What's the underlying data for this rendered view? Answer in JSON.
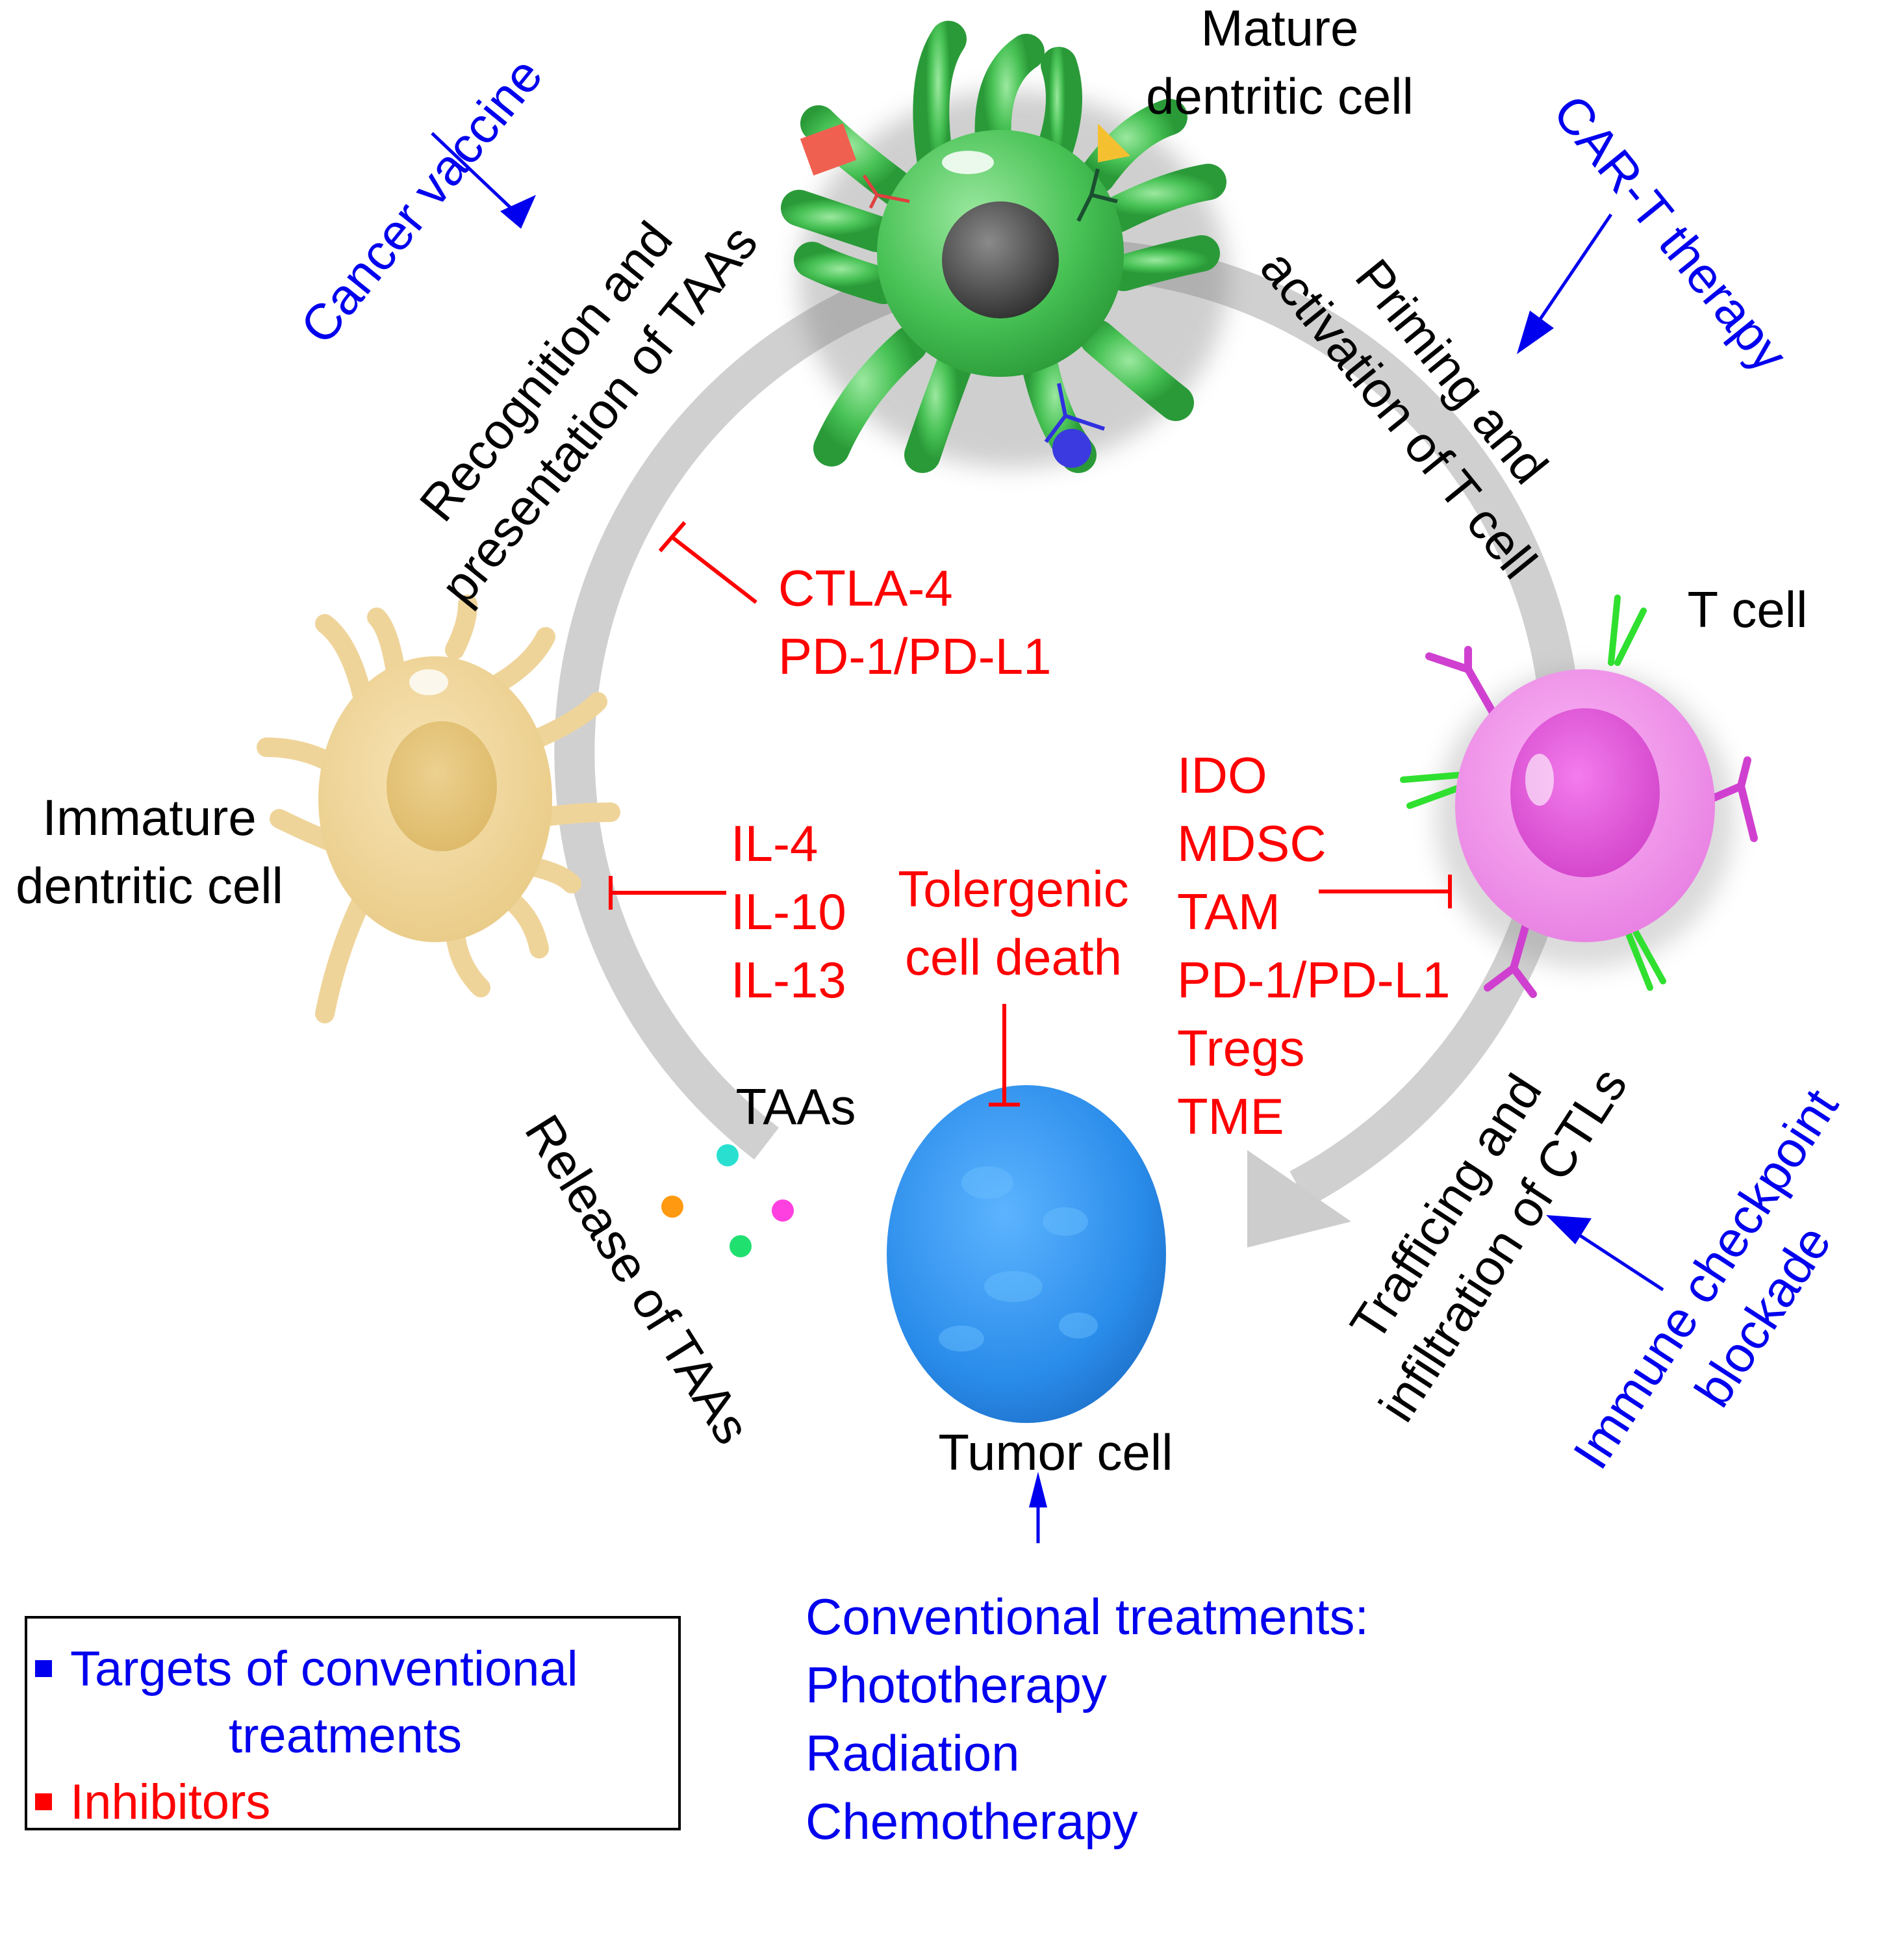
{
  "figure": {
    "cells": {
      "mature_dc": {
        "label_line1": "Mature",
        "label_line2": "dentritic cell",
        "color": "#4cc85a"
      },
      "immature_dc": {
        "label_line1": "Immature",
        "label_line2": "dentritic cell",
        "color": "#f0d59a"
      },
      "t_cell": {
        "label": "T cell",
        "color": "#ee7ce8"
      },
      "tumor_cell": {
        "label": "Tumor cell",
        "color": "#2f8fe8"
      }
    },
    "cycle_steps": {
      "recognition": {
        "line1": "Recognition and",
        "line2": "presentation of TAAs"
      },
      "priming": {
        "line1": "Priming and",
        "line2": "activation of T cell"
      },
      "trafficking": {
        "line1": "Trafficing and",
        "line2": "infiltration of CTLs"
      },
      "release": {
        "line1": "Release of TAAs"
      }
    },
    "taas_label": "TAAs",
    "taa_particle_colors": [
      "#29e0d0",
      "#ff9a10",
      "#ff40e0",
      "#20e070"
    ],
    "treatments": {
      "cancer_vaccine": "Cancer vaccine",
      "car_t": "CAR-T therapy",
      "checkpoint": {
        "line1": "Immune checkpoint",
        "line2": "blockade"
      },
      "conventional": {
        "title": "Conventional treatments:",
        "items": [
          "Phototherapy",
          "Radiation",
          "Chemotherapy"
        ]
      }
    },
    "inhibitors": {
      "dc_maturation": [
        "CTLA-4",
        "PD-1/PD-L1"
      ],
      "cytokines": [
        "IL-4",
        "IL-10",
        "IL-13"
      ],
      "tolerogenic": {
        "line1": "Tolergenic",
        "line2": "cell death"
      },
      "t_cell_suppressors": [
        "IDO",
        "MDSC",
        "TAM",
        "PD-1/PD-L1",
        "Tregs",
        "TME"
      ]
    },
    "legend": {
      "items": [
        {
          "label_line1": "Targets of conventional",
          "label_line2": "treatments",
          "color": "#0000ee"
        },
        {
          "label_line1": "Inhibitors",
          "color": "#ff0000"
        }
      ]
    },
    "colors": {
      "inhibitor": "#ff0000",
      "treatment": "#0000ee",
      "label": "#000000",
      "cycle_arrow": "#c8c8c8"
    }
  }
}
